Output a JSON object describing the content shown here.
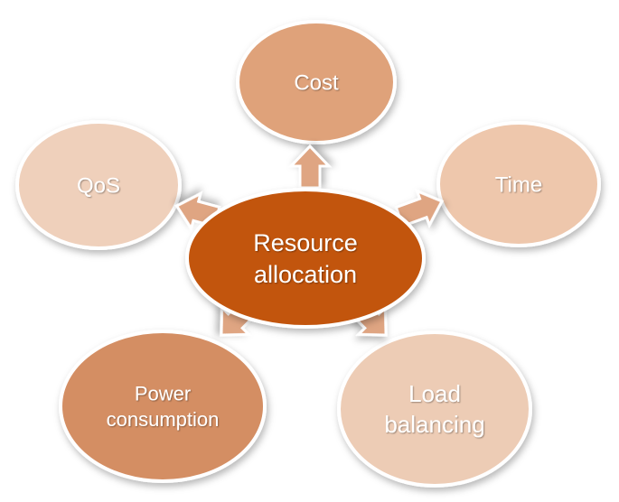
{
  "center": {
    "lines": [
      "Resource",
      "allocation"
    ]
  },
  "nodes": [
    {
      "id": "cost",
      "lines": [
        "Cost"
      ]
    },
    {
      "id": "time",
      "lines": [
        "Time"
      ]
    },
    {
      "id": "qos",
      "lines": [
        "QoS"
      ]
    },
    {
      "id": "power",
      "lines": [
        "Power",
        "consumption"
      ]
    },
    {
      "id": "load",
      "lines": [
        "Load",
        "balancing"
      ]
    }
  ],
  "colors": {
    "center_fill": "#c2550f",
    "cost_fill": "#dfa27a",
    "time_fill": "#eec7ac",
    "qos_fill": "#efd0bb",
    "power_fill": "#d48e64",
    "load_fill": "#edccb5",
    "arrow_fill": "#dfa582",
    "stroke": "#ffffff"
  }
}
